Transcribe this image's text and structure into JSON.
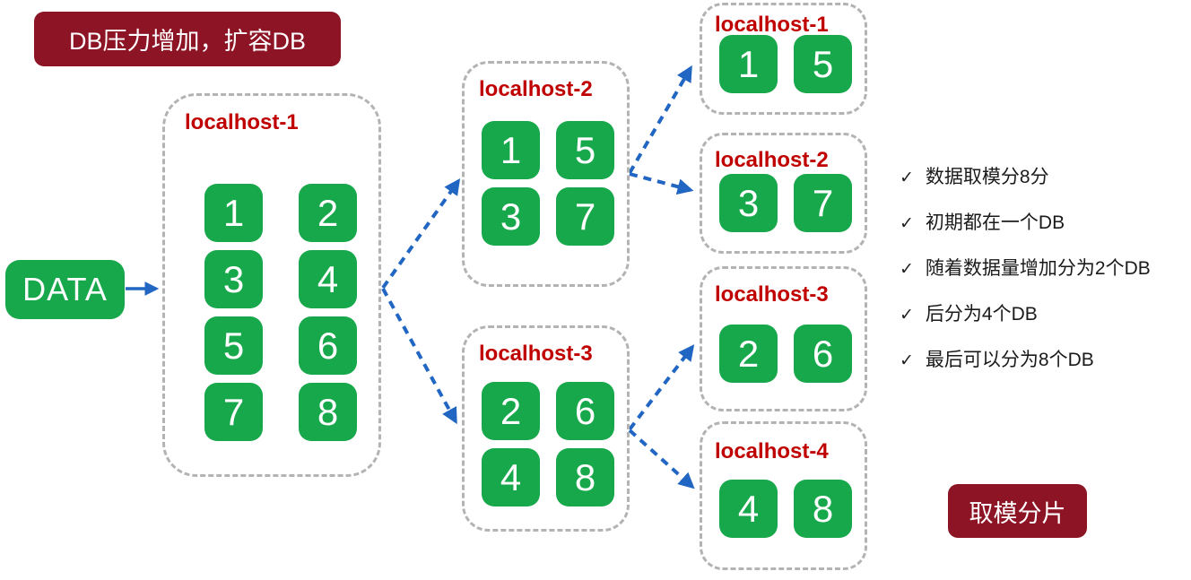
{
  "banners": {
    "top": "DB压力增加，扩容DB",
    "bottom": "取模分片"
  },
  "source": {
    "label": "DATA"
  },
  "stage1": {
    "label": "localhost-1",
    "shards": [
      "1",
      "2",
      "3",
      "4",
      "5",
      "6",
      "7",
      "8"
    ]
  },
  "stage2": [
    {
      "label": "localhost-2",
      "shards": [
        "1",
        "5",
        "3",
        "7"
      ]
    },
    {
      "label": "localhost-3",
      "shards": [
        "2",
        "6",
        "4",
        "8"
      ]
    }
  ],
  "stage3": [
    {
      "label": "localhost-1",
      "shards": [
        "1",
        "5"
      ]
    },
    {
      "label": "localhost-2",
      "shards": [
        "3",
        "7"
      ]
    },
    {
      "label": "localhost-3",
      "shards": [
        "2",
        "6"
      ]
    },
    {
      "label": "localhost-4",
      "shards": [
        "4",
        "8"
      ]
    }
  ],
  "notes": {
    "check_glyph": "✓",
    "items": [
      "数据取模分8分",
      "初期都在一个DB",
      "随着数据量增加分为2个DB",
      "后分为4个DB",
      "最后可以分为8个DB"
    ]
  },
  "colors": {
    "shard_green": "#18a84c",
    "arrow_blue": "#2066c2",
    "label_red": "#c00000",
    "banner_maroon": "#8d1424",
    "dash_gray": "#b3b3b3",
    "text_black": "#1a1a1a"
  }
}
